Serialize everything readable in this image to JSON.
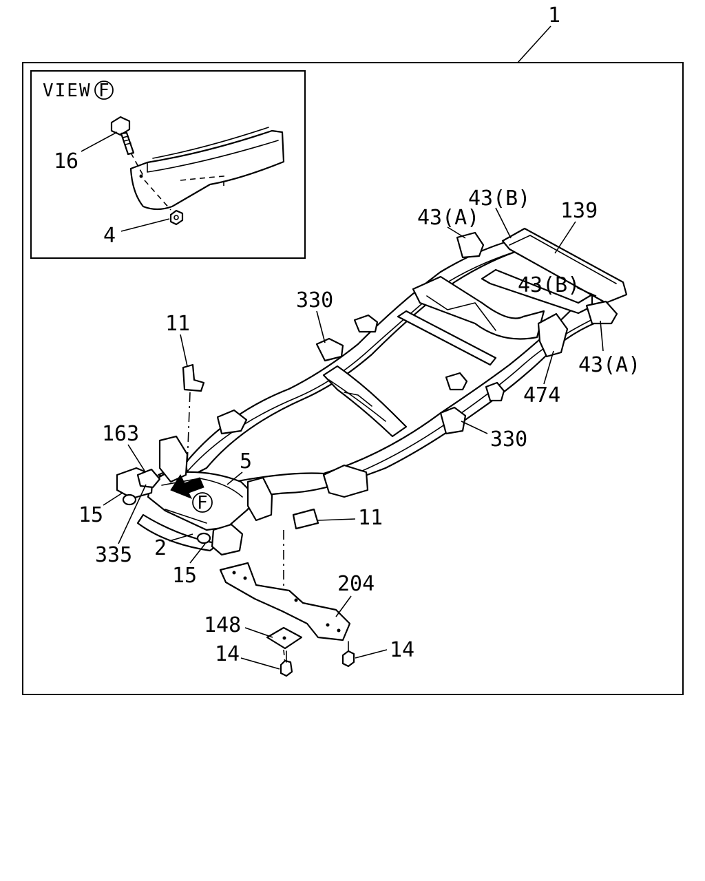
{
  "diagram": {
    "view_caption": {
      "word": "VIEW",
      "letter": "F"
    },
    "callouts": {
      "assembly": "1",
      "bolt_inset": "16",
      "nut_inset": "4",
      "bracket_A_rear": "43(A)",
      "bracket_B_rear": "43(B)",
      "crossmember_rear": "139",
      "bracket_B_side": "43(B)",
      "bracket_A_side": "43(A)",
      "mount_left": "330",
      "mount_right": "330",
      "part_474": "474",
      "bracket_11_top": "11",
      "bracket_11_front": "11",
      "part_163": "163",
      "crossmember_5": "5",
      "bolt_15_left": "15",
      "part_335": "335",
      "part_2": "2",
      "bolt_15_front": "15",
      "plate_204": "204",
      "plate_148": "148",
      "bolt_14_left": "14",
      "bolt_14_right": "14"
    },
    "view_marker": "F"
  }
}
